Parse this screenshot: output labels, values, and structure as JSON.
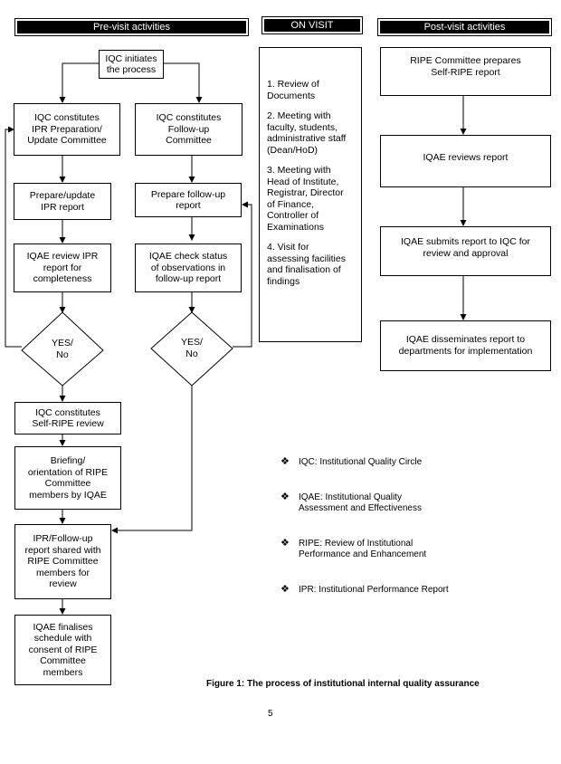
{
  "headers": {
    "pre": "Pre-visit activities",
    "on": "ON VISIT",
    "post": "Post-visit activities"
  },
  "pre": {
    "start": [
      "IQC initiates",
      "the process"
    ],
    "left": {
      "constitutes": [
        "IQC constitutes",
        "IPR Preparation/",
        "Update Committee"
      ],
      "prepare": [
        "Prepare/update",
        "IPR report"
      ],
      "review": [
        "IQAE review IPR",
        "report for",
        "completeness"
      ],
      "decision": [
        "YES/",
        "No"
      ],
      "selfripe": [
        "IQC constitutes",
        "Self-RIPE review"
      ],
      "briefing": [
        "Briefing/",
        "orientation of RIPE",
        "Committee",
        "members by IQAE"
      ],
      "shared": [
        "IPR/Follow-up",
        "report shared with",
        "RIPE Committee",
        "members for",
        "review"
      ],
      "finalises": [
        "IQAE finalises",
        "schedule with",
        "consent of RIPE",
        "Committee",
        "members"
      ]
    },
    "right": {
      "constitutes": [
        "IQC constitutes",
        "Follow-up",
        "Committee"
      ],
      "prepare": [
        "Prepare follow-up",
        "report"
      ],
      "check": [
        "IQAE check status",
        "of observations in",
        "follow-up report"
      ],
      "decision": [
        "YES/",
        "No"
      ]
    }
  },
  "on_visit": [
    "1. Review of Documents",
    "2. Meeting with faculty, students, administrative staff (Dean/HoD)",
    "3. Meeting with Head of Institute, Registrar, Director of Finance, Controller of Examinations",
    "4. Visit for assessing facilities and finalisation of findings"
  ],
  "post": [
    [
      "RIPE Committee prepares",
      "Self-RIPE report"
    ],
    [
      "IQAE reviews report"
    ],
    [
      "IQAE submits report to IQC for",
      "review and approval"
    ],
    [
      "IQAE disseminates report to",
      "departments for implementation"
    ]
  ],
  "legend": [
    "IQC: Institutional Quality Circle",
    "IQAE: Institutional Quality Assessment and Effectiveness",
    "RIPE: Review of Institutional Performance and Enhancement",
    "IPR: Institutional Performance Report"
  ],
  "legend_bullet": "❖",
  "caption": "Figure 1: The process of institutional internal quality assurance",
  "page_number": "5"
}
